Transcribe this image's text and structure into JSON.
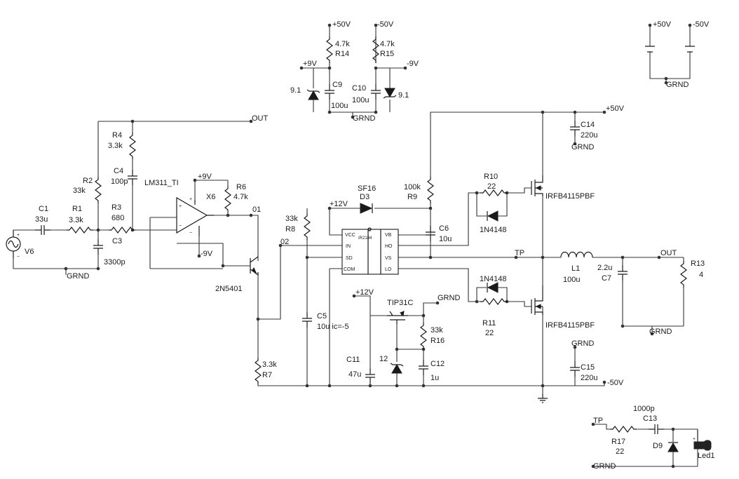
{
  "rails": {
    "p50": "+50V",
    "m50": "-50V",
    "p9": "+9V",
    "m9": "-9V",
    "p12": "+12V",
    "grnd": "GRND",
    "out": "OUT",
    "tp": "TP",
    "n01": "01",
    "n02": "02"
  },
  "components": {
    "R14": {
      "ref": "R14",
      "value": "4.7k"
    },
    "R15": {
      "ref": "R15",
      "value": "4.7k"
    },
    "C9": {
      "ref": "C9",
      "value": "100u"
    },
    "C10": {
      "ref": "C10",
      "value": "100u"
    },
    "Z9": {
      "value": "9.1"
    },
    "Z10": {
      "value": "9.1"
    },
    "R4": {
      "ref": "R4",
      "value": "3.3k"
    },
    "C4": {
      "ref": "C4",
      "value": "100p"
    },
    "R2": {
      "ref": "R2",
      "value": "33k"
    },
    "R3": {
      "ref": "R3",
      "value": "680"
    },
    "R1": {
      "ref": "R1",
      "value": "3.3k"
    },
    "C1": {
      "ref": "C1",
      "value": "33u"
    },
    "C3": {
      "ref": "C3",
      "value": "3300p"
    },
    "V6": {
      "ref": "V6"
    },
    "U1": {
      "ref": "X6",
      "value": "LM311_TI"
    },
    "R6": {
      "ref": "R6",
      "value": "4.7k"
    },
    "Q1": {
      "value": "2N5401"
    },
    "R7": {
      "ref": "R7",
      "value": "3.3k"
    },
    "R8": {
      "ref": "R8",
      "value": "33k"
    },
    "C5": {
      "ref": "C5",
      "value": "10u ic=-5"
    },
    "D3": {
      "ref": "D3",
      "value": "SF16"
    },
    "R9": {
      "ref": "R9",
      "value": "100k"
    },
    "C6": {
      "ref": "C6",
      "value": "10u"
    },
    "IC": {
      "pins_left": [
        "VCC",
        "IN",
        "SD",
        "COM"
      ],
      "pins_right": [
        "VB",
        "HO",
        "VS",
        "LO"
      ],
      "part": "IR2184"
    },
    "R10": {
      "ref": "R10",
      "value": "22"
    },
    "D10": {
      "value": "1N4148"
    },
    "R11": {
      "ref": "R11",
      "value": "22"
    },
    "D11": {
      "value": "1N4148"
    },
    "M1": {
      "value": "IRFB4115PBF"
    },
    "M2": {
      "value": "IRFB4115PBF"
    },
    "C14": {
      "ref": "C14",
      "value": "220u"
    },
    "C15": {
      "ref": "C15",
      "value": "220u"
    },
    "L1": {
      "ref": "L1",
      "value": "100u"
    },
    "C7": {
      "ref": "C7",
      "value": "2.2u"
    },
    "R13": {
      "ref": "R13",
      "value": "4"
    },
    "Q2": {
      "value": "TIP31C"
    },
    "R16": {
      "ref": "R16",
      "value": "33k"
    },
    "Z12": {
      "value": "12"
    },
    "C11": {
      "ref": "C11",
      "value": "47u"
    },
    "C12": {
      "ref": "C12",
      "value": "1u"
    },
    "R17": {
      "ref": "R17",
      "value": "22"
    },
    "C13": {
      "ref": "C13",
      "value": "1000p"
    },
    "D9": {
      "ref": "D9"
    },
    "LED": {
      "ref": "Led1"
    }
  }
}
